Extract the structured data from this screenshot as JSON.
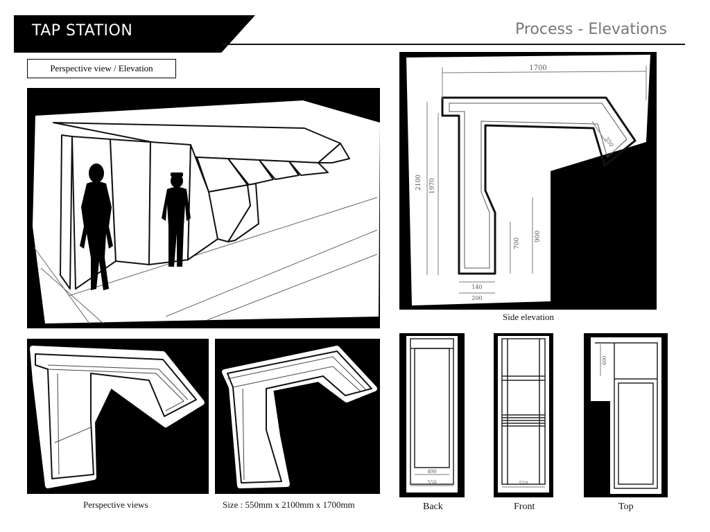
{
  "header": {
    "project_title": "TAP STATION",
    "section_title": "Process - Elevations"
  },
  "perspective_section": {
    "label": "Perspective view / Elevation"
  },
  "side_elevation": {
    "caption": "Side elevation",
    "dims": {
      "width": "1700",
      "height_total": "2100",
      "height_inner": "1970",
      "height_mid": "900",
      "height_low": "700",
      "depth_arm": "350",
      "leg_inner": "140",
      "leg_outer": "200"
    }
  },
  "bottom_row": {
    "perspective_caption": "Perspective views",
    "size_caption": "Size : 550mm x 2100mm x  1700mm",
    "back_label": "Back",
    "front_label": "Front",
    "top_label": "Top",
    "back_dims": {
      "inner": "490",
      "outer": "550"
    },
    "front_dims": {
      "outer": "550"
    },
    "top_dims": {
      "depth": "600"
    }
  },
  "colors": {
    "background": "#ffffff",
    "panel_bg": "#000000",
    "banner_bg": "#000000",
    "section_title": "#777777"
  }
}
